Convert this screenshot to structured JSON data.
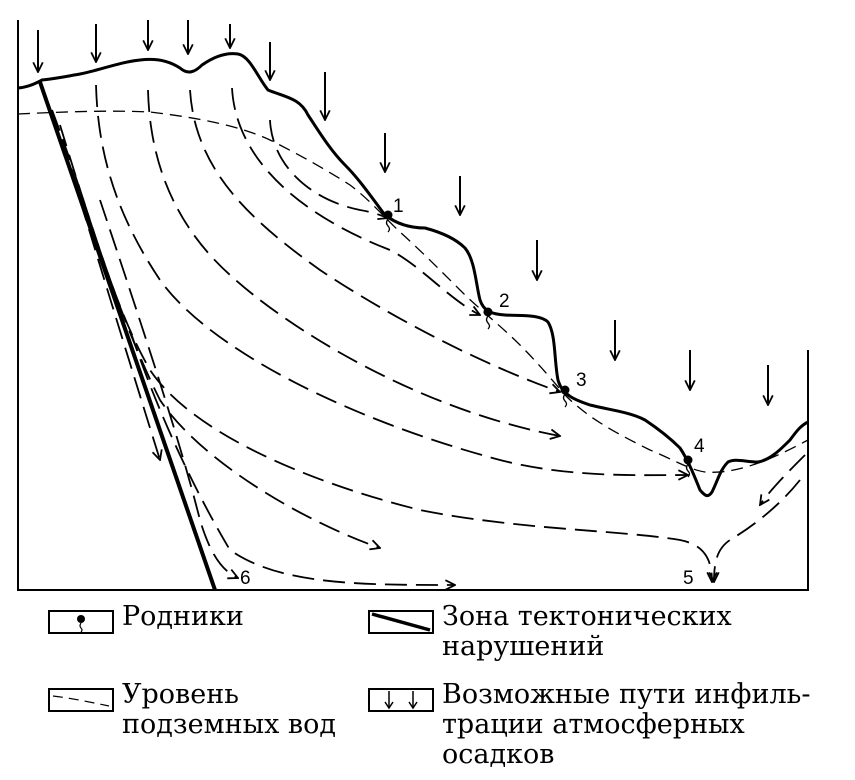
{
  "labels": {
    "spring1": "1",
    "spring2": "2",
    "spring3": "3",
    "spring4": "4",
    "outlet5": "5",
    "outlet6": "6"
  },
  "legend": {
    "springs": "Родники",
    "tectonic_zone": "Зона тектонических\nнарушений",
    "groundwater_level": "Уровень\nподземных вод",
    "infiltration_paths": "Возможные пути инфиль-\nтрации атмосферных\nосадков"
  },
  "colors": {
    "ink": "#000000",
    "background": "#ffffff"
  }
}
